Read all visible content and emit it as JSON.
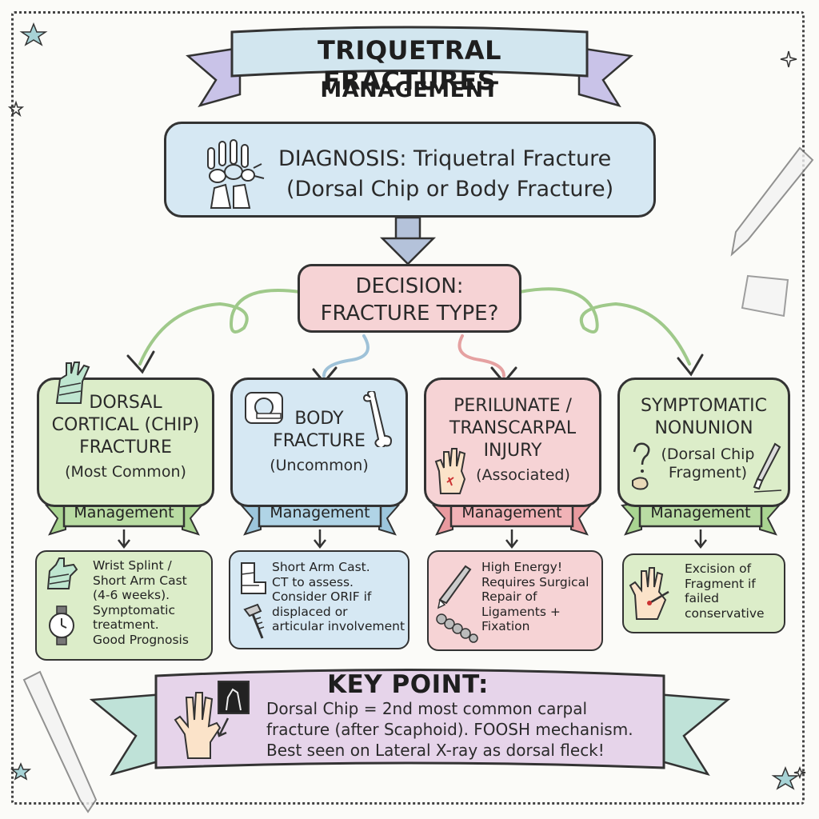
{
  "title": {
    "line1": "TRIQUETRAL FRACTURES",
    "line2": "MANAGEMENT"
  },
  "diagnosis": {
    "line1": "DIAGNOSIS: Triquetral Fracture",
    "line2": "(Dorsal Chip or Body Fracture)"
  },
  "decision": {
    "line1": "DECISION:",
    "line2": "FRACTURE TYPE?"
  },
  "branches": [
    {
      "title_lines": [
        "DORSAL",
        "CORTICAL (CHIP)",
        "FRACTURE"
      ],
      "subtitle": "(Most Common)",
      "management_label": "Management",
      "detail": "Wrist Splint /\nShort Arm Cast\n(4-6 weeks).\nSymptomatic\ntreatment.\nGood Prognosis",
      "color": "#dcedc9"
    },
    {
      "title_lines": [
        "BODY",
        "FRACTURE"
      ],
      "subtitle": "(Uncommon)",
      "management_label": "Management",
      "detail": "Short Arm Cast.\nCT to assess.\nConsider ORIF if\ndisplaced or\narticular involvement",
      "color": "#d6e8f3"
    },
    {
      "title_lines": [
        "PERILUNATE /",
        "TRANSCARPAL",
        "INJURY"
      ],
      "subtitle": "(Associated)",
      "management_label": "Management",
      "detail": "High Energy!\nRequires Surgical\nRepair of\nLigaments +\nFixation",
      "color": "#f6d3d5"
    },
    {
      "title_lines": [
        "SYMPTOMATIC",
        "NONUNION"
      ],
      "subtitle": "(Dorsal Chip\nFragment)",
      "management_label": "Management",
      "detail": "Excision of\nFragment if\nfailed\nconservative",
      "color": "#dcedc9"
    }
  ],
  "key_point": {
    "heading": "KEY POINT:",
    "line1": "Dorsal Chip = 2nd most common carpal",
    "line2": "fracture (after Scaphoid). FOOSH mechanism.",
    "line3": "Best seen on Lateral X-ray as dorsal fleck!"
  },
  "icons": [
    "wrist-xray-icon",
    "bandaged-hand-icon",
    "ct-scanner-icon",
    "bone-icon",
    "hand-injury-icon",
    "question-mark-icon",
    "scalpel-icon",
    "splint-icon",
    "watch-icon",
    "cast-icon",
    "screw-icon",
    "chain-plate-icon",
    "xray-film-icon",
    "pencil-icon",
    "eraser-icon",
    "star-icon"
  ],
  "colors": {
    "blue": "#d6e8f3",
    "pink": "#f6d3d5",
    "green": "#dcedc9",
    "ink": "#333333"
  }
}
